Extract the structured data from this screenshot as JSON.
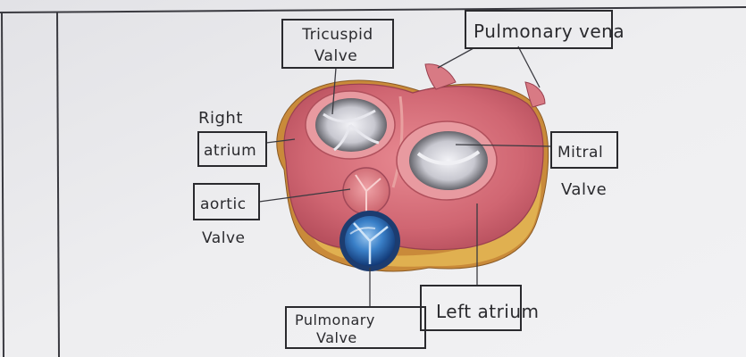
{
  "labels": {
    "tricuspid_line1": "Tricuspid",
    "tricuspid_line2": "Valve",
    "pulmonary_vein": "Pulmonary vena",
    "right_atrium_line1": "Right",
    "right_atrium_line2": "atrium",
    "aortic_line1": "aortic",
    "aortic_line2": "Valve",
    "mitral_line1": "Mitral",
    "mitral_line2": "Valve",
    "pulmonary_valve_line1": "Pulmonary",
    "pulmonary_valve_line2": "Valve",
    "left_atrium": "Left atrium"
  },
  "colors": {
    "paper": "#ececee",
    "ink": "#2a2a2e",
    "margin_line": "#3a3a40",
    "heart_tissue": "#d9707a",
    "valve_blue": "#2f6fb8",
    "fat_yellow": "#d4a040"
  }
}
